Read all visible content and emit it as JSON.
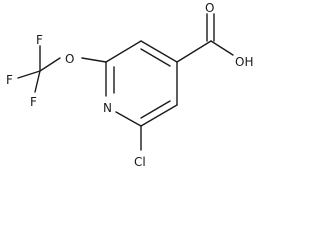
{
  "molecule": {
    "atoms": {
      "f_top": "F",
      "f_mid": "F",
      "f_bot": "F",
      "o_ether": "O",
      "o_carbonyl": "O",
      "oh": "OH",
      "n_ring": "N",
      "cl": "Cl"
    }
  }
}
